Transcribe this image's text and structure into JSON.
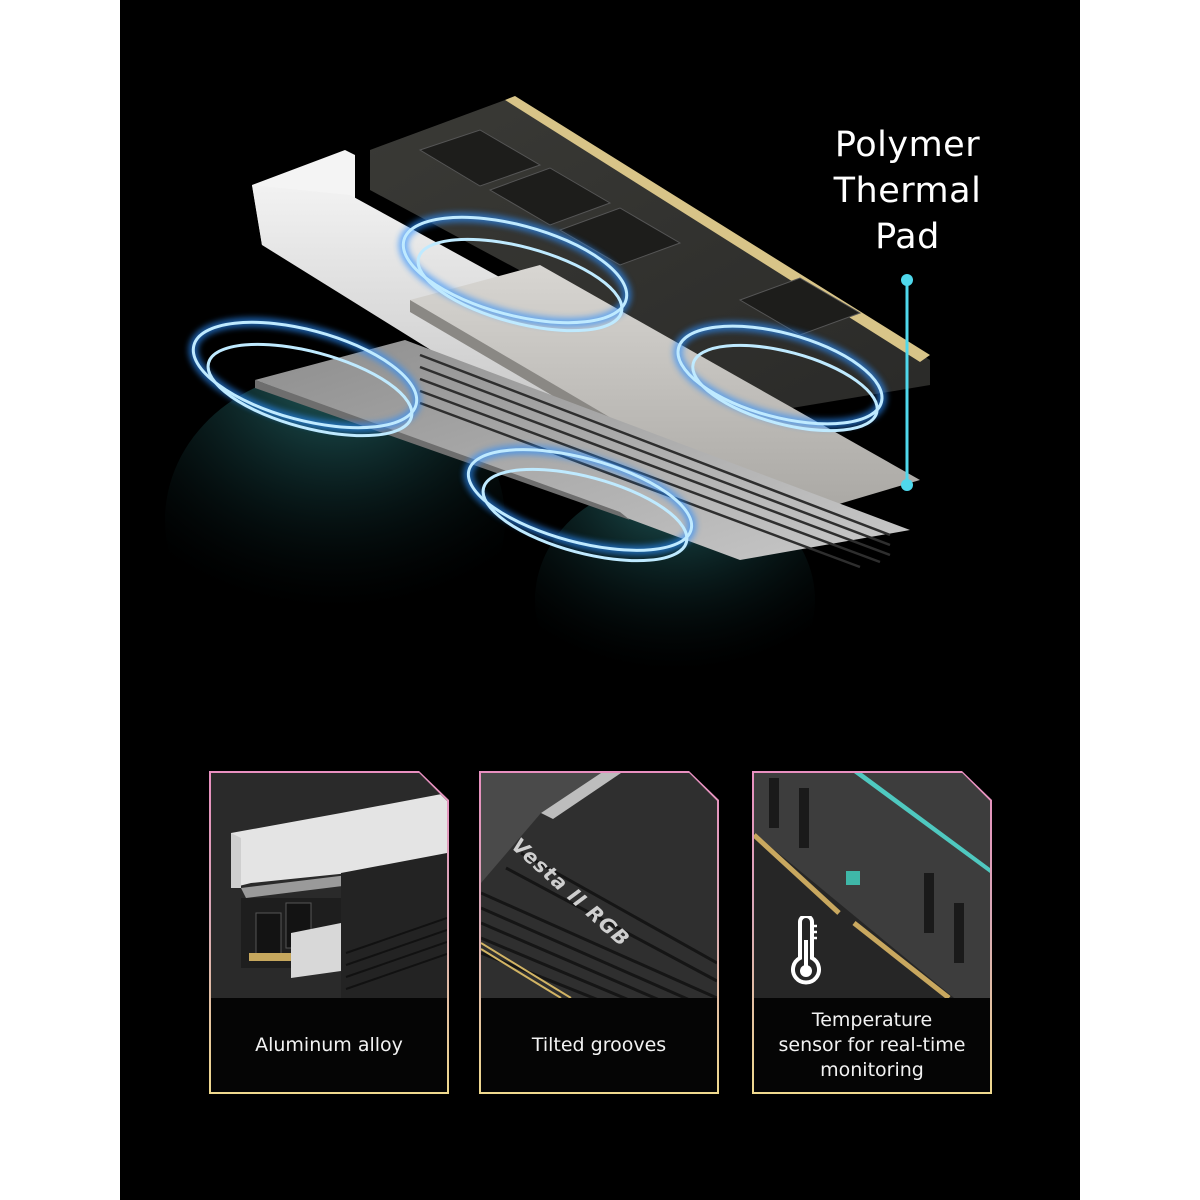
{
  "hero": {
    "callout_title": "Polymer\nThermal\nPad",
    "callout_color": "#4fd8ec",
    "glow_ring_color": "#39b6ff",
    "airflow_color": "#2d8a8f"
  },
  "features": [
    {
      "caption": "Aluminum alloy",
      "photo": "ram-module-with-aluminum-heatsink-exploded"
    },
    {
      "caption": "Tilted grooves",
      "photo": "heatsink-close-up-with-grooves",
      "product_label": "Vesta II RGB"
    },
    {
      "caption": "Temperature\nsensor for real-time\nmonitoring",
      "photo": "pcb-close-up-with-sensor-chip",
      "icon": "thermometer-icon"
    }
  ],
  "colors": {
    "background": "#000000",
    "card_border_top": "#e98fc0",
    "card_border_bottom": "#efd98e",
    "card_caption_bg": "#050505",
    "text": "#ffffff"
  }
}
